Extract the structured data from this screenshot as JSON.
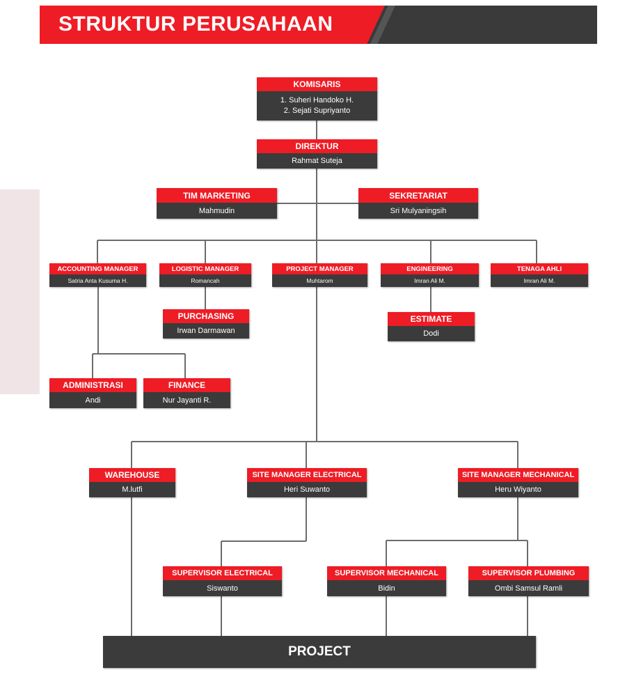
{
  "header": {
    "title": "STRUKTUR PERUSAHAAN"
  },
  "org": {
    "komisaris": {
      "title": "KOMISARIS",
      "names": [
        "1. Suheri Handoko H.",
        "2. Sejati Supriyanto"
      ]
    },
    "direktur": {
      "title": "DIREKTUR",
      "name": "Rahmat Suteja"
    },
    "tim_marketing": {
      "title": "TIM MARKETING",
      "name": "Mahmudin"
    },
    "sekretariat": {
      "title": "SEKRETARIAT",
      "name": "Sri Mulyaningsih"
    },
    "accounting": {
      "title": "ACCOUNTING MANAGER",
      "name": "Satria Anta Kusuma H."
    },
    "logistic": {
      "title": "LOGISTIC MANAGER",
      "name": "Romancah"
    },
    "project_manager": {
      "title": "PROJECT MANAGER",
      "name": "Muhtarom"
    },
    "engineering": {
      "title": "ENGINEERING",
      "name": "Imran Ali M."
    },
    "tenaga_ahli": {
      "title": "TENAGA AHLI",
      "name": "Imran Ali M."
    },
    "purchasing": {
      "title": "PURCHASING",
      "name": "Irwan Darmawan"
    },
    "estimate": {
      "title": "ESTIMATE",
      "name": "Dodi"
    },
    "administrasi": {
      "title": "ADMINISTRASI",
      "name": "Andi"
    },
    "finance": {
      "title": "FINANCE",
      "name": "Nur Jayanti R."
    },
    "warehouse": {
      "title": "WAREHOUSE",
      "name": "M.lutfi"
    },
    "site_electrical": {
      "title": "SITE MANAGER ELECTRICAL",
      "name": "Heri Suwanto"
    },
    "site_mechanical": {
      "title": "SITE MANAGER MECHANICAL",
      "name": "Heru Wiyanto"
    },
    "sup_electrical": {
      "title": "SUPERVISOR ELECTRICAL",
      "name": "Siswanto"
    },
    "sup_mechanical": {
      "title": "SUPERVISOR MECHANICAL",
      "name": "Bidin"
    },
    "sup_plumbing": {
      "title": "SUPERVISOR PLUMBING",
      "name": "Ombi Samsul Ramli"
    },
    "project": {
      "title": "PROJECT"
    }
  },
  "colors": {
    "accent": "#ee1c25",
    "dark": "#3b3b3b",
    "line": "#6b6b6b"
  }
}
